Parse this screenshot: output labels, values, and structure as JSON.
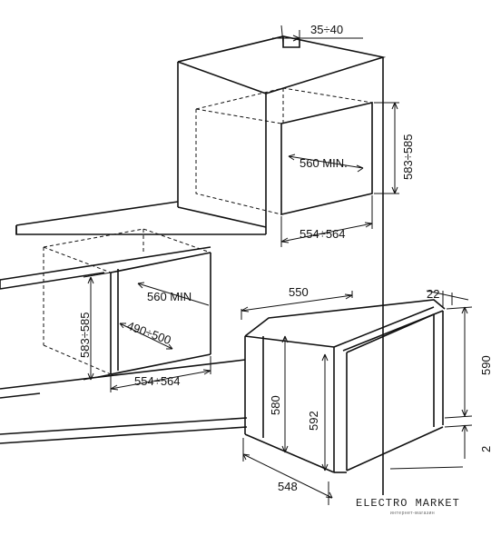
{
  "diagram": {
    "column_install": {
      "top_gap": "35÷40",
      "niche_height": "583÷585",
      "niche_depth": "560 MIN.",
      "niche_width": "554÷564"
    },
    "under_counter_install": {
      "niche_depth": "560 MIN",
      "niche_height": "583÷585",
      "inner_depth": "490÷500",
      "niche_width": "554÷564"
    },
    "appliance": {
      "top_width": "550",
      "frame_depth": "22",
      "total_height": "590",
      "body_height": "580",
      "front_height": "592",
      "bottom_offset": "2",
      "base_width": "548"
    }
  },
  "watermark": {
    "title": "ELECTRO MARKET",
    "subtitle": "интернет-магазин"
  }
}
